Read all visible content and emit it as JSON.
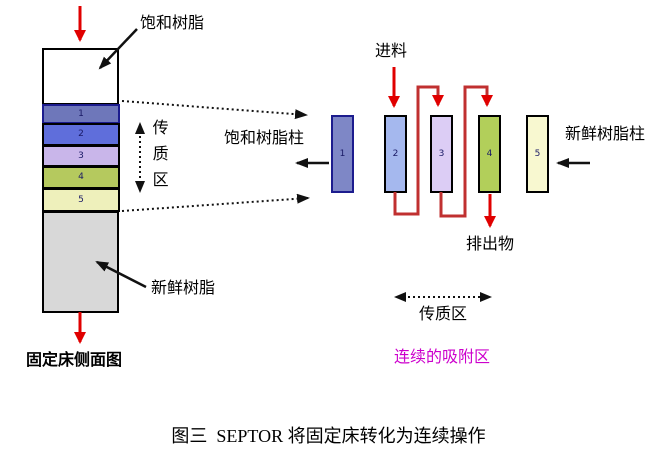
{
  "figure": {
    "caption": "图三  SEPTOR 将固定床转化为连续操作"
  },
  "left_diagram": {
    "saturated_resin_label": "饱和树脂",
    "mass_transfer_zone_label": "传质区",
    "fresh_resin_label": "新鲜树脂",
    "side_view_label": "固定床侧面图",
    "bands": [
      {
        "num": "1",
        "color": "#6e77ba"
      },
      {
        "num": "2",
        "color": "#5f6edb"
      },
      {
        "num": "3",
        "color": "#c9b6ea"
      },
      {
        "num": "4",
        "color": "#b5c95e"
      },
      {
        "num": "5",
        "color": "#eef0bb"
      }
    ]
  },
  "right_diagram": {
    "feed_label": "进料",
    "saturated_column_label": "饱和树脂柱",
    "fresh_column_label": "新鲜树脂柱",
    "effluent_label": "排出物",
    "mass_transfer_zone_label": "传质区",
    "continuous_adsorption_label": "连续的吸附区",
    "columns": [
      {
        "num": "1",
        "color": "#7e87c6"
      },
      {
        "num": "2",
        "color": "#a5b8ee"
      },
      {
        "num": "3",
        "color": "#dccdf5"
      },
      {
        "num": "4",
        "color": "#b2cf5a"
      },
      {
        "num": "5",
        "color": "#f8f8d0"
      }
    ]
  },
  "colors": {
    "flow_arrow_red": "#e00000",
    "pipe_red": "#c03030",
    "pointer_black": "#111111",
    "continuous_zone_magenta": "#cc00cc",
    "fresh_resin_gray": "#d8d8d8",
    "navy_border": "#1c1c8e"
  }
}
